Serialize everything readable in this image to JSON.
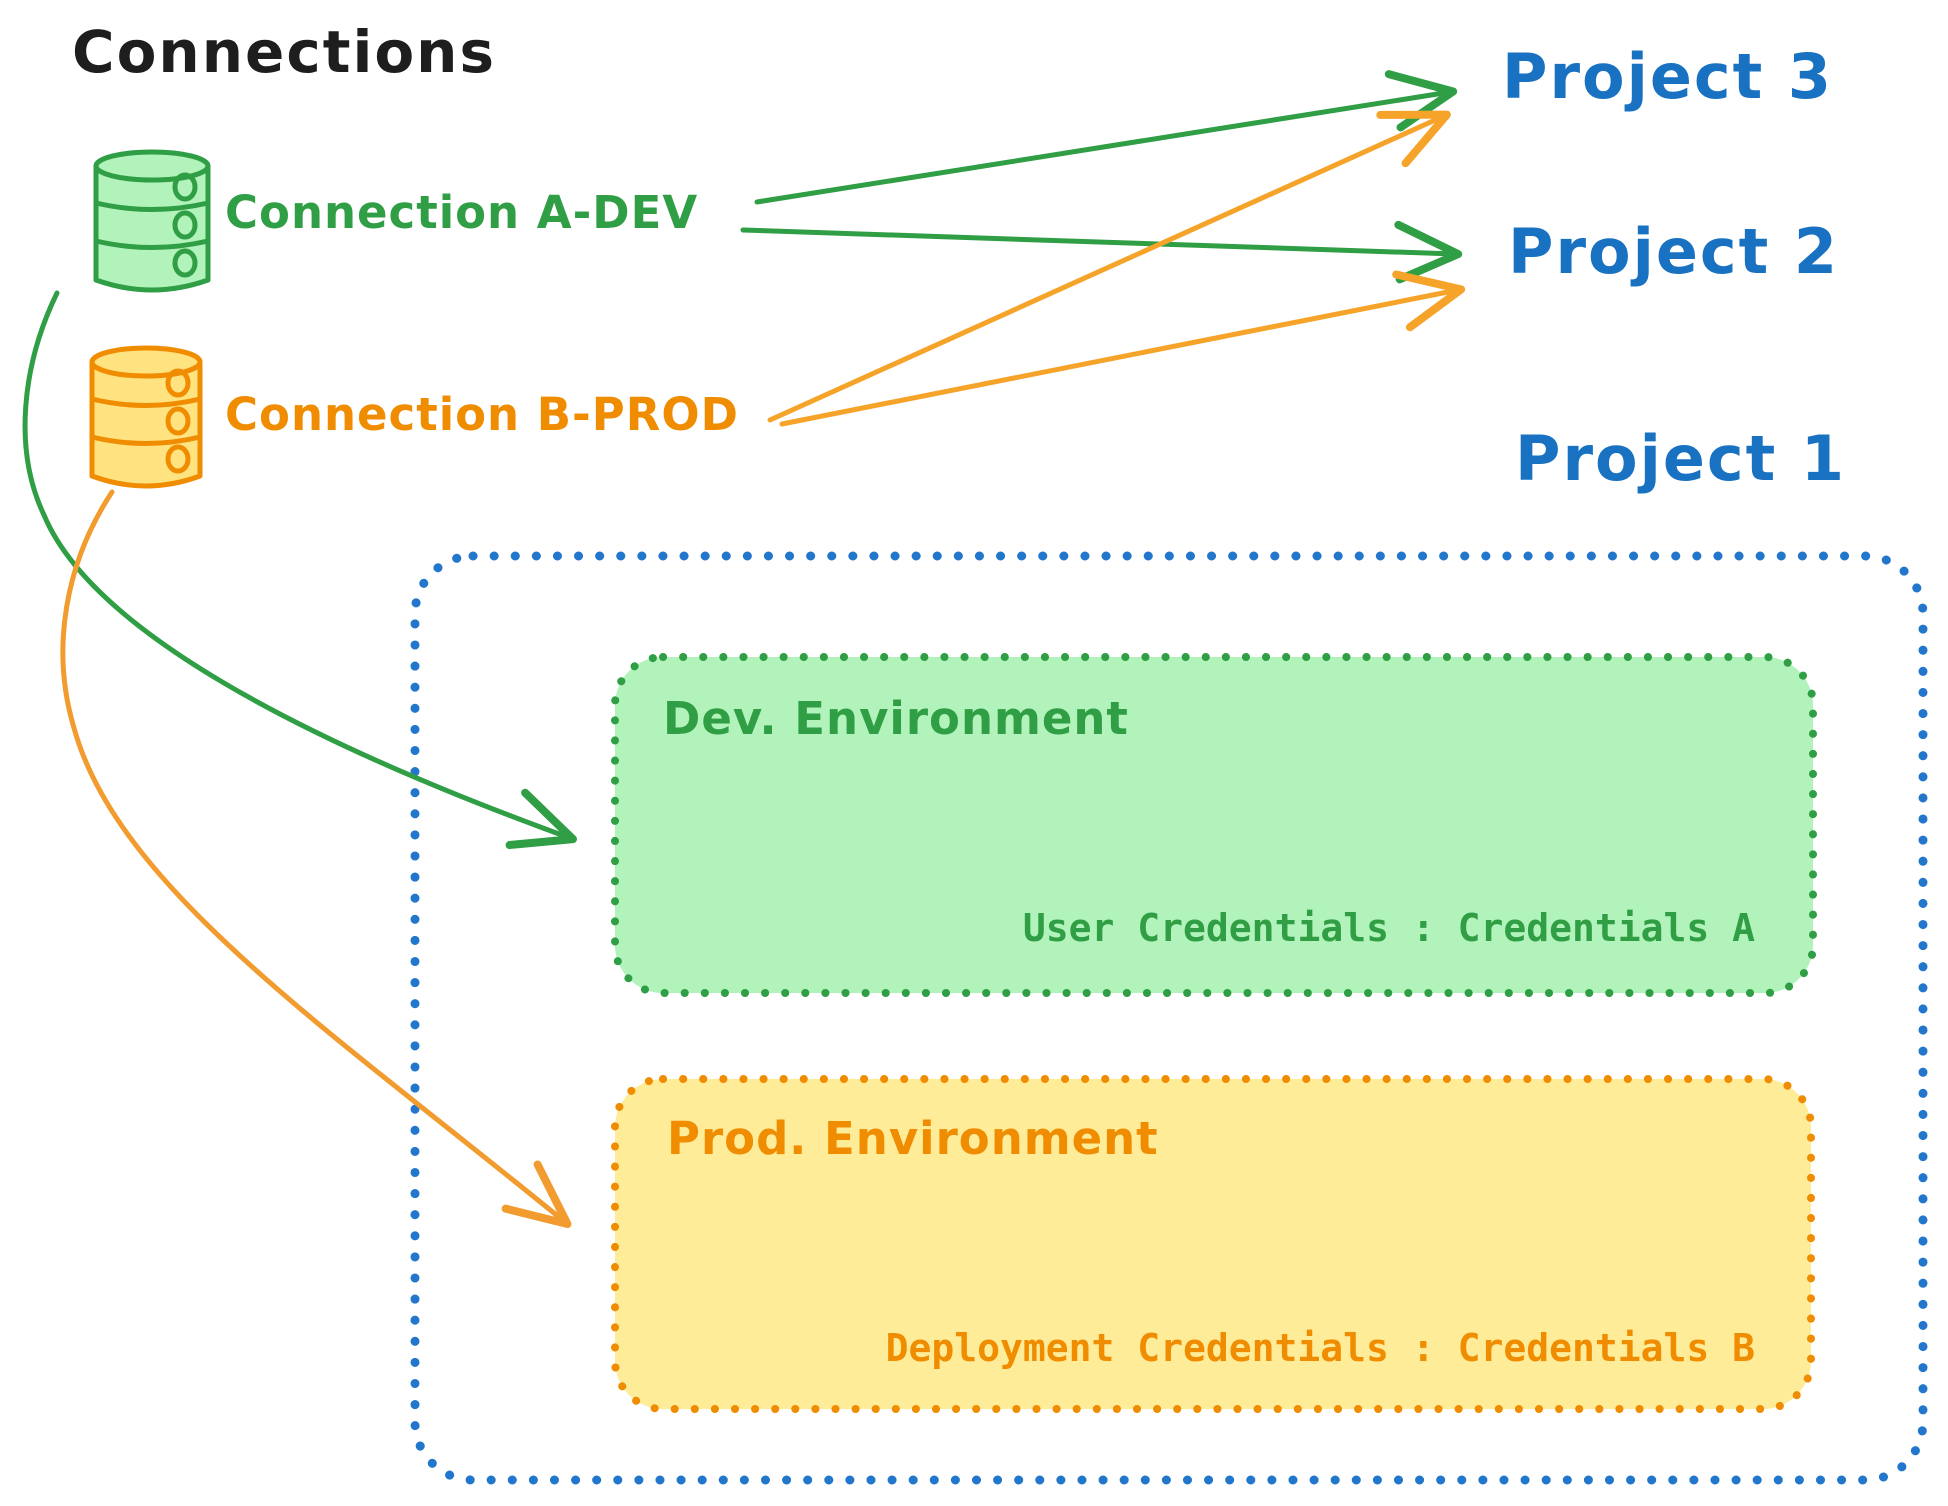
{
  "title": "Connections",
  "connections": [
    {
      "label": "Connection A-DEV",
      "icon": "database-icon",
      "color": "#2f9e44"
    },
    {
      "label": "Connection B-PROD",
      "icon": "database-icon",
      "color": "#f08c00"
    }
  ],
  "projects": [
    {
      "label": "Project 3"
    },
    {
      "label": "Project 2"
    },
    {
      "label": "Project 1"
    }
  ],
  "project1_detail": {
    "dev_environment": {
      "title": "Dev. Environment",
      "credentials_label": "User Credentials : Credentials A"
    },
    "prod_environment": {
      "title": "Prod. Environment",
      "credentials_label": "Deployment Credentials : Credentials B"
    }
  },
  "edges": [
    {
      "from": "Connection A-DEV",
      "to": "Project 3",
      "style": "straight",
      "color": "#2f9e44"
    },
    {
      "from": "Connection A-DEV",
      "to": "Project 2",
      "style": "straight",
      "color": "#2f9e44"
    },
    {
      "from": "Connection B-PROD",
      "to": "Project 3",
      "style": "straight",
      "color": "#f6a32a"
    },
    {
      "from": "Connection B-PROD",
      "to": "Project 2",
      "style": "straight",
      "color": "#f6a32a"
    },
    {
      "from": "Connection A-DEV",
      "to": "Dev. Environment",
      "style": "curved",
      "color": "#2f9e44"
    },
    {
      "from": "Connection B-PROD",
      "to": "Prod. Environment",
      "style": "curved",
      "color": "#f29b2e"
    }
  ],
  "colors": {
    "blue": "#1971c2",
    "green": "#2f9e44",
    "green_fill": "#b2f2bb",
    "orange": "#f08c00",
    "orange_fill": "#ffec99",
    "orange_arrow": "#f6a32a",
    "title_black": "#1e1e1e"
  }
}
